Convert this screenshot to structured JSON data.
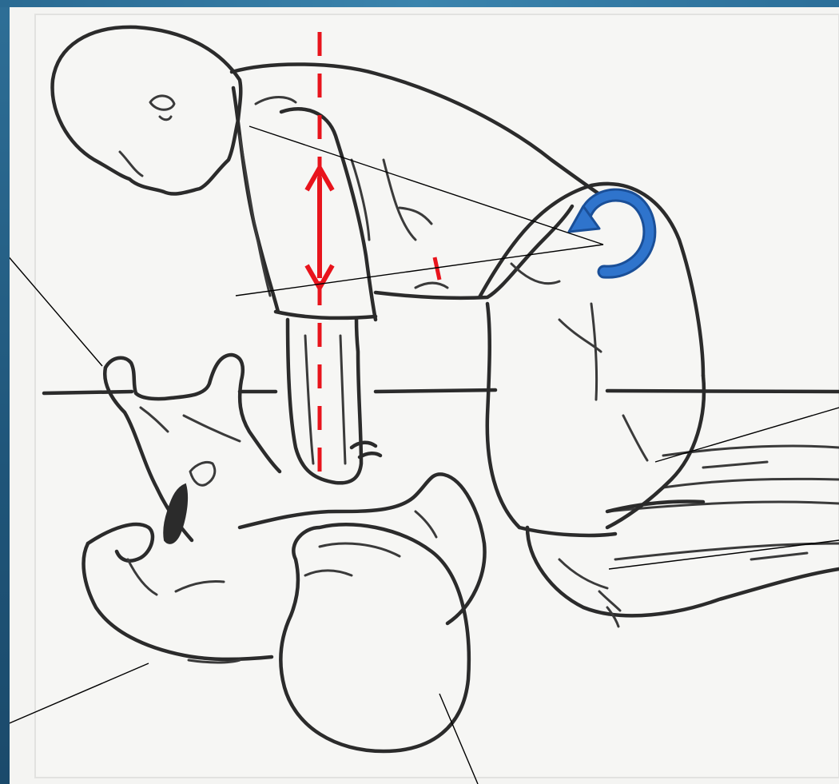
{
  "diagram": {
    "subject": "figure-drawing",
    "colors": {
      "paper": "#f3f3f1",
      "frame": "#2e6f97",
      "ink": "#2b2b2b",
      "alignment_marker": "#e8141c",
      "rotation_marker": "#1f63b6"
    },
    "markers": {
      "vertical_alignment": "dashed-line",
      "distance": "double-arrow",
      "rotation": "curved-arrow-icon"
    }
  }
}
